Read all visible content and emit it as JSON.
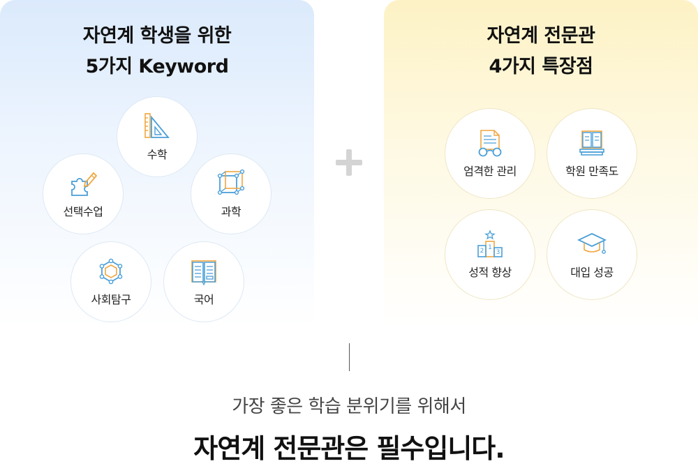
{
  "left_panel": {
    "title_line1": "자연계 학생을 위한",
    "title_line2": "5가지 Keyword",
    "items": [
      {
        "label": "수학",
        "icon": "ruler-triangle-icon"
      },
      {
        "label": "선택수업",
        "icon": "puzzle-pencil-icon"
      },
      {
        "label": "과학",
        "icon": "cube-icon"
      },
      {
        "label": "사회탐구",
        "icon": "hexagon-network-icon"
      },
      {
        "label": "국어",
        "icon": "open-book-icon"
      }
    ]
  },
  "plus_icon": "plus-icon",
  "right_panel": {
    "title_line1": "자연계 전문관",
    "title_line2": "4가지 특장점",
    "items": [
      {
        "label": "엄격한 관리",
        "icon": "document-glasses-icon"
      },
      {
        "label": "학원 만족도",
        "icon": "book-stack-icon"
      },
      {
        "label": "성적 향상",
        "icon": "podium-icon"
      },
      {
        "label": "대입 성공",
        "icon": "graduation-cap-icon"
      }
    ]
  },
  "footer": {
    "subtitle": "가장 좋은 학습 분위기를 위해서",
    "headline": "자연계 전문관은 필수입니다."
  },
  "colors": {
    "left_panel_top": "#dbeafc",
    "right_panel_top": "#fdf2c5",
    "icon_blue": "#4a9fd8",
    "icon_orange": "#f0a640",
    "plus": "#d4d4d4"
  }
}
